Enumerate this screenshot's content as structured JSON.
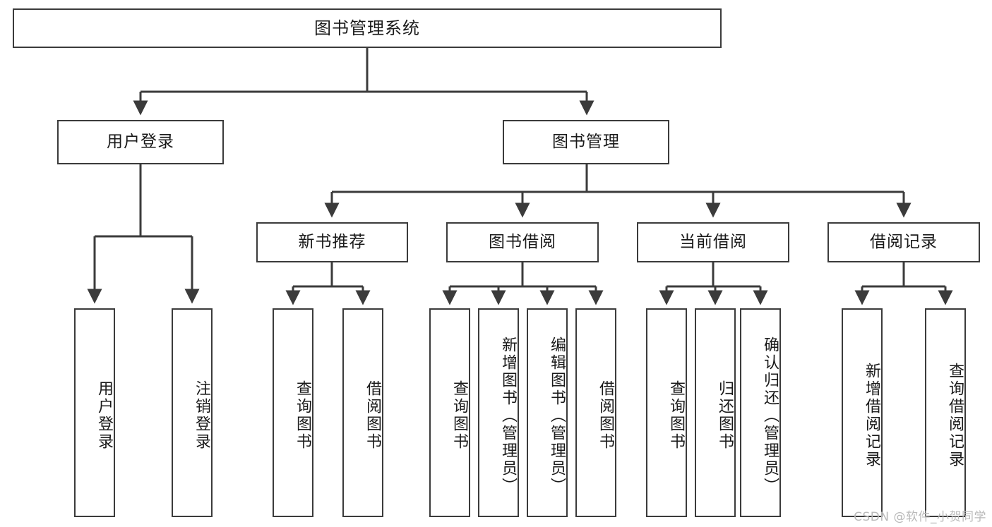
{
  "diagram": {
    "type": "tree",
    "title": "图书管理系统",
    "root": {
      "label": "图书管理系统"
    },
    "level2": [
      {
        "label": "用户登录"
      },
      {
        "label": "图书管理"
      }
    ],
    "level3": [
      {
        "label": "新书推荐"
      },
      {
        "label": "图书借阅"
      },
      {
        "label": "当前借阅"
      },
      {
        "label": "借阅记录"
      }
    ],
    "leaves": {
      "user_login": [
        {
          "label": "用户登录"
        },
        {
          "label": "注销登录"
        }
      ],
      "new_book_recommend": [
        {
          "label": "查询图书"
        },
        {
          "label": "借阅图书"
        }
      ],
      "book_borrow": [
        {
          "label": "查询图书"
        },
        {
          "label": "新增图书（管理员）"
        },
        {
          "label": "编辑图书（管理员）"
        },
        {
          "label": "借阅图书"
        }
      ],
      "current_borrow": [
        {
          "label": "查询图书"
        },
        {
          "label": "归还图书"
        },
        {
          "label": "确认归还（管理员）"
        }
      ],
      "borrow_record": [
        {
          "label": "新增借阅记录"
        },
        {
          "label": "查询借阅记录"
        }
      ]
    }
  },
  "watermark": {
    "text": "CSDN @软件_小贺同学"
  },
  "colors": {
    "border": "#3b3b3b",
    "background": "#ffffff",
    "text": "#1a1a1a",
    "watermark": "#b9b9b9"
  }
}
